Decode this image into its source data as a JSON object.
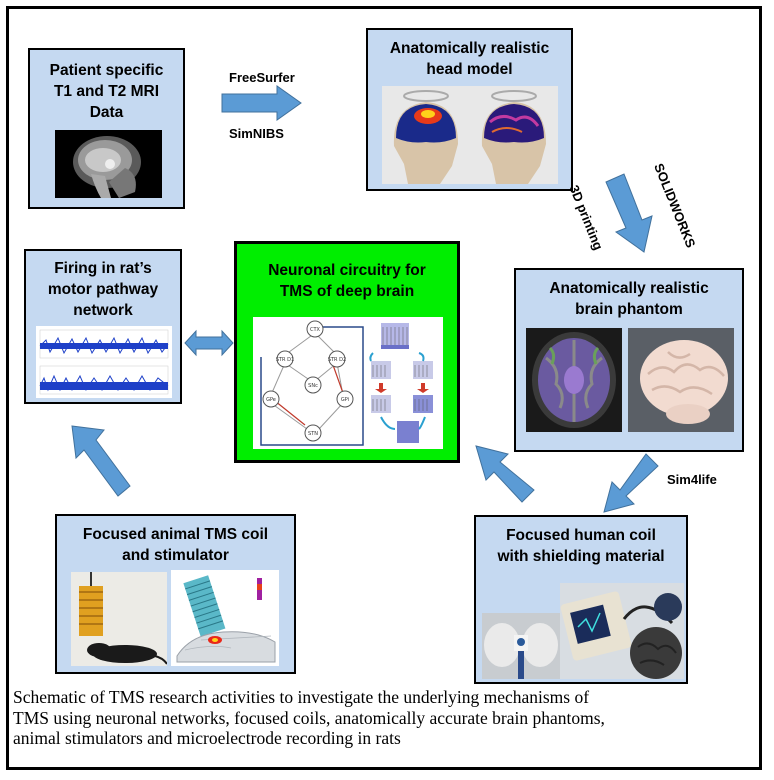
{
  "boxes": {
    "mri": {
      "line1": "Patient specific",
      "line2": "T1 and T2 MRI",
      "line3": "Data"
    },
    "head": {
      "line1": "Anatomically realistic",
      "line2": "head model"
    },
    "phantom": {
      "line1": "Anatomically realistic",
      "line2": "brain phantom"
    },
    "human_coil": {
      "line1": "Focused human coil",
      "line2": "with shielding material"
    },
    "animal_coil": {
      "line1": "Focused animal TMS coil",
      "line2": "and stimulator"
    },
    "firing": {
      "line1": "Firing in rat’s",
      "line2": "motor pathway",
      "line3": "network"
    },
    "neuronal": {
      "line1": "Neuronal circuitry for",
      "line2": "TMS of deep brain"
    }
  },
  "arrows": {
    "freesurfer": "FreeSurfer",
    "simnibs": "SimNIBS",
    "solidworks": "SOLIDWORKS",
    "printing": "3D printing",
    "sim4life": "Sim4life"
  },
  "circuit_nodes": [
    "CTX",
    "STR D1",
    "STR D2",
    "SNc",
    "GPe",
    "GPi",
    "STN"
  ],
  "caption": {
    "line1": "Schematic of TMS research activities to investigate the underlying mechanisms of",
    "line2": "TMS using neuronal networks, focused coils, anatomically accurate brain phantoms,",
    "line3": "animal stimulators and microelectrode recording in rats"
  },
  "colors": {
    "box_fill": "#c5d9f1",
    "arrow_fill": "#5b9bd5",
    "center_fill": "#00ee00"
  }
}
